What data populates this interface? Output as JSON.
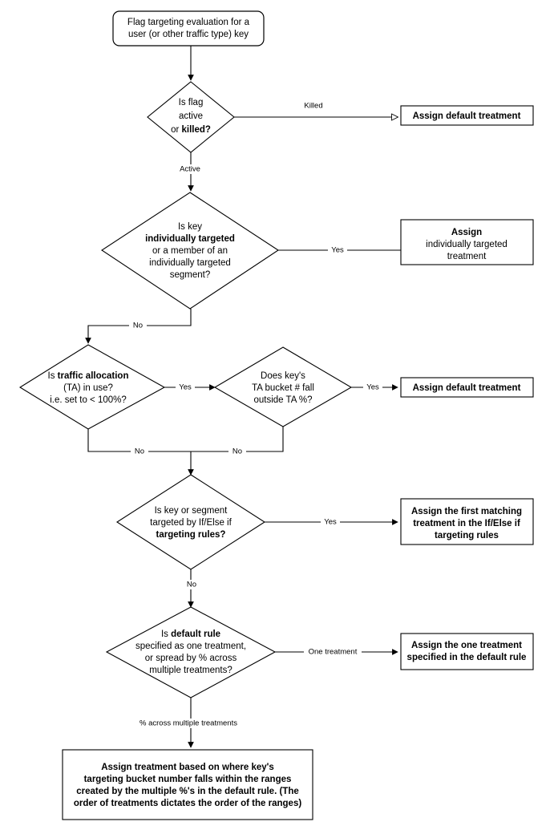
{
  "diagram": {
    "title": "Flag targeting evaluation flowchart",
    "type": "flowchart",
    "background_color": "#ffffff",
    "line_color": "#000000",
    "text_color": "#000000",
    "fill_color": "#ffffff"
  },
  "nodes": {
    "start": {
      "shape": "rounded-rectangle",
      "lines": [
        {
          "text": "Flag targeting evaluation for a",
          "bold": false
        },
        {
          "text": "user (or other traffic type) key",
          "bold": false
        }
      ]
    },
    "d1_flag_active": {
      "shape": "diamond",
      "lines": [
        {
          "text": "Is flag",
          "bold": false
        },
        {
          "text": "active",
          "bold": false
        },
        {
          "text": "or killed?",
          "bold": false,
          "bold_part": "killed?"
        }
      ],
      "line3_plain": "or ",
      "line3_bold": "killed?"
    },
    "a1_default_treatment": {
      "shape": "rectangle",
      "lines": [
        {
          "text": "Assign default treatment",
          "bold": true
        }
      ]
    },
    "d2_individually_targeted": {
      "shape": "diamond",
      "lines": [
        {
          "text": "Is key",
          "bold": false
        },
        {
          "text": "individually targeted",
          "bold": true
        },
        {
          "text": "or a member of an",
          "bold": false
        },
        {
          "text": "individually targeted",
          "bold": false
        },
        {
          "text": "segment?",
          "bold": false
        }
      ]
    },
    "a2_individually_targeted_treatment": {
      "shape": "rectangle",
      "lines": [
        {
          "text": "Assign",
          "bold": true
        },
        {
          "text": "individually targeted",
          "bold": false
        },
        {
          "text": "treatment",
          "bold": false
        }
      ]
    },
    "d3_traffic_allocation": {
      "shape": "diamond",
      "lines": [
        {
          "text": "Is traffic allocation",
          "bold": false,
          "bold_part": "traffic allocation"
        },
        {
          "text": "(TA) in use?",
          "bold": false
        },
        {
          "text": "i.e. set to < 100%?",
          "bold": false
        }
      ],
      "line1_plain": "Is ",
      "line1_bold": "traffic allocation"
    },
    "d4_ta_bucket": {
      "shape": "diamond",
      "lines": [
        {
          "text": "Does key's",
          "bold": false
        },
        {
          "text": "TA bucket # fall",
          "bold": false
        },
        {
          "text": "outside TA %?",
          "bold": false
        }
      ]
    },
    "a3_default_treatment": {
      "shape": "rectangle",
      "lines": [
        {
          "text": "Assign default treatment",
          "bold": true
        }
      ]
    },
    "d5_ifelse_rules": {
      "shape": "diamond",
      "lines": [
        {
          "text": "Is key or segment",
          "bold": false
        },
        {
          "text": "targeted by If/Else if",
          "bold": false
        },
        {
          "text": "targeting rules?",
          "bold": true
        }
      ]
    },
    "a4_first_matching": {
      "shape": "rectangle",
      "lines": [
        {
          "text": "Assign the first matching",
          "bold": true
        },
        {
          "text": "treatment in the If/Else if",
          "bold": true
        },
        {
          "text": "targeting rules",
          "bold": true
        }
      ]
    },
    "d6_default_rule": {
      "shape": "diamond",
      "lines": [
        {
          "text": "Is default rule",
          "bold": false,
          "bold_part": "default rule"
        },
        {
          "text": "specified as one treatment,",
          "bold": false
        },
        {
          "text": "or spread by % across",
          "bold": false
        },
        {
          "text": "multiple treatments?",
          "bold": false
        }
      ],
      "line1_plain": "Is ",
      "line1_bold": "default rule"
    },
    "a5_one_treatment": {
      "shape": "rectangle",
      "lines": [
        {
          "text": "Assign the one treatment",
          "bold": true
        },
        {
          "text": "specified in the default rule",
          "bold": true
        }
      ]
    },
    "a6_ranges": {
      "shape": "rectangle",
      "lines": [
        {
          "text": "Assign treatment based on where key's",
          "bold": true
        },
        {
          "text": "targeting bucket number falls within the ranges",
          "bold": true
        },
        {
          "text": "created by the multiple %'s in the default rule. (The",
          "bold": true
        },
        {
          "text": "order of treatments dictates the order of the ranges)",
          "bold": true
        }
      ]
    }
  },
  "edge_labels": {
    "killed": "Killed",
    "active": "Active",
    "yes_individually": "Yes",
    "no_individually": "No",
    "yes_ta": "Yes",
    "no_ta": "No",
    "yes_bucket": "Yes",
    "no_bucket": "No",
    "yes_ifelse": "Yes",
    "no_ifelse": "No",
    "one_treatment": "One treatment",
    "percent_across": "% across multiple treatments"
  }
}
